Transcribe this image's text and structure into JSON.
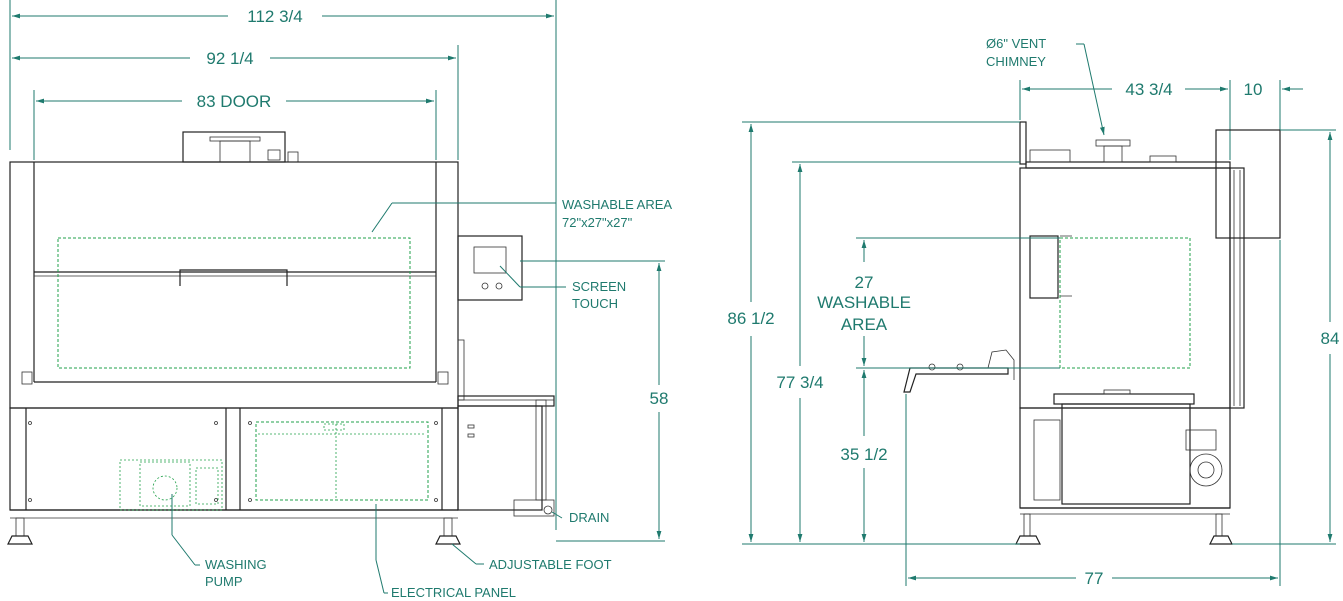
{
  "front_view": {
    "dims": {
      "overall_width": "112 3/4",
      "body_width": "92 1/4",
      "door_width": "83  DOOR",
      "screen_height": "58"
    },
    "callouts": {
      "washable_area_l1": "WASHABLE AREA",
      "washable_area_l2": "72\"x27\"x27\"",
      "screen_l1": "SCREEN",
      "screen_l2": "TOUCH",
      "drain": "DRAIN",
      "adjustable_foot": "ADJUSTABLE FOOT",
      "washing_pump_l1": "WASHING",
      "washing_pump_l2": "PUMP",
      "electrical_panel": "ELECTRICAL PANEL"
    }
  },
  "side_view": {
    "dims": {
      "overall_height": "86 1/2",
      "body_height": "77 3/4",
      "washable_h_value": "27",
      "washable_h_l1": "WASHABLE",
      "washable_h_l2": "AREA",
      "floor_to_area": "35 1/2",
      "depth": "43 3/4",
      "cabinet_depth": "10",
      "right_height": "84",
      "total_depth": "77"
    },
    "callouts": {
      "vent_l1": "Ø6\" VENT",
      "vent_l2": "CHIMNEY"
    }
  },
  "colors": {
    "dimension": "#1f7a6e",
    "line": "#222222",
    "hidden_green": "#22a14b"
  }
}
